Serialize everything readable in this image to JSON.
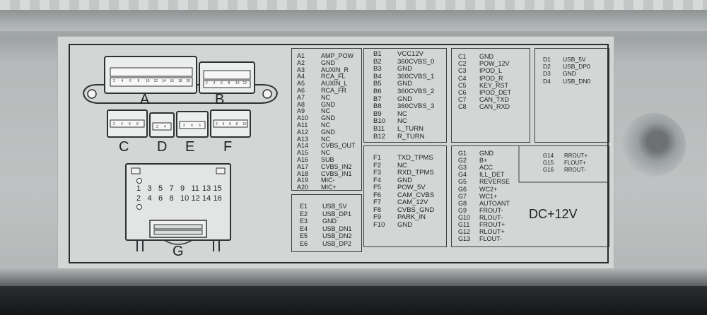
{
  "connectors": [
    "A",
    "B",
    "C",
    "D",
    "E",
    "F",
    "G"
  ],
  "power_label": "DC+12V",
  "a_pins": [
    [
      "A1",
      "AMP_POW"
    ],
    [
      "A2",
      "GND"
    ],
    [
      "A3",
      "AUXIN_R"
    ],
    [
      "A4",
      "RCA_FL"
    ],
    [
      "A5",
      "AUXIN_L"
    ],
    [
      "A6",
      "RCA_FR"
    ],
    [
      "A7",
      "NC"
    ],
    [
      "A8",
      "GND"
    ],
    [
      "A9",
      "NC"
    ],
    [
      "A10",
      "GND"
    ],
    [
      "A11",
      "NC"
    ],
    [
      "A12",
      "GND"
    ],
    [
      "A13",
      "NC"
    ],
    [
      "A14",
      "CVBS_OUT"
    ],
    [
      "A15",
      "NC"
    ],
    [
      "A16",
      "SUB"
    ],
    [
      "A17",
      "CVBS_IN2"
    ],
    [
      "A18",
      "CVBS_IN1"
    ],
    [
      "A19",
      "MIC-"
    ],
    [
      "A20",
      "MIC+"
    ]
  ],
  "b_pins": [
    [
      "B1",
      "VCC12V"
    ],
    [
      "B2",
      "360CVBS_0"
    ],
    [
      "B3",
      "GND"
    ],
    [
      "B4",
      "360CVBS_1"
    ],
    [
      "B5",
      "GND"
    ],
    [
      "B6",
      "360CVBS_2"
    ],
    [
      "B7",
      "GND"
    ],
    [
      "B8",
      "360CVBS_3"
    ],
    [
      "B9",
      "NC"
    ],
    [
      "B10",
      "NC"
    ],
    [
      "B11",
      "L_TURN"
    ],
    [
      "B12",
      "R_TURN"
    ]
  ],
  "c_pins": [
    [
      "C1",
      "GND"
    ],
    [
      "C2",
      "POW_12V"
    ],
    [
      "C3",
      "IPOD_L"
    ],
    [
      "C4",
      "IPOD_R"
    ],
    [
      "C5",
      "KEY_RST"
    ],
    [
      "C6",
      "IPOD_DET"
    ],
    [
      "C7",
      "CAN_TXD"
    ],
    [
      "C8",
      "CAN_RXD"
    ]
  ],
  "d_pins": [
    [
      "D1",
      "USB_5V"
    ],
    [
      "D2",
      "USB_DP0"
    ],
    [
      "D3",
      "GND"
    ],
    [
      "D4",
      "USB_DN0"
    ]
  ],
  "e_pins": [
    [
      "E1",
      "USB_5V"
    ],
    [
      "E2",
      "USB_DP1"
    ],
    [
      "E3",
      "GND"
    ],
    [
      "E4",
      "USB_DN1"
    ],
    [
      "E5",
      "USB_DN2"
    ],
    [
      "E6",
      "USB_DP2"
    ]
  ],
  "f_pins": [
    [
      "F1",
      "TXD_TPMS"
    ],
    [
      "F2",
      "NC"
    ],
    [
      "F3",
      "RXD_TPMS"
    ],
    [
      "F4",
      "GND"
    ],
    [
      "F5",
      "POW_5V"
    ],
    [
      "F6",
      "CAM_CVBS"
    ],
    [
      "F7",
      "CAM_12V"
    ],
    [
      "F8",
      "CVBS_GND"
    ],
    [
      "F9",
      "PARK_IN"
    ],
    [
      "F10",
      "GND"
    ]
  ],
  "g_pins_left": [
    [
      "G1",
      "GND"
    ],
    [
      "G2",
      "B+"
    ],
    [
      "G3",
      "ACC"
    ],
    [
      "G4",
      "ILL_DET"
    ],
    [
      "G5",
      "REVERSE"
    ],
    [
      "G6",
      "WC2+"
    ],
    [
      "G7",
      "WC1+"
    ],
    [
      "G8",
      "AUTOANT"
    ],
    [
      "G9",
      "FROUT-"
    ],
    [
      "G10",
      "RLOUT-"
    ],
    [
      "G11",
      "FROUT+"
    ],
    [
      "G12",
      "RLOUT+"
    ],
    [
      "G13",
      "FLOUT-"
    ]
  ],
  "g_pins_right": [
    [
      "G14",
      "RROUT+"
    ],
    [
      "G15",
      "FLOUT+"
    ],
    [
      "G16",
      "RROUT-"
    ]
  ],
  "g_numbers_top": [
    "1",
    "3",
    "5",
    "7",
    "9",
    "11",
    "13",
    "15"
  ],
  "g_numbers_bottom": [
    "2",
    "4",
    "6",
    "8",
    "10",
    "12",
    "14",
    "16"
  ],
  "a_tiny_numbers": [
    "2",
    "4",
    "6",
    "8",
    "10",
    "12",
    "14",
    "16",
    "18",
    "20"
  ],
  "b_tiny_numbers": [
    "2",
    "4",
    "6",
    "8",
    "10",
    "12"
  ],
  "c_tiny_numbers": [
    "2",
    "4",
    "6",
    "8"
  ],
  "d_tiny_numbers": [
    "2",
    "4"
  ],
  "e_tiny_numbers": [
    "2",
    "4",
    "6"
  ],
  "f_tiny_numbers": [
    "2",
    "4",
    "6",
    "8",
    "10"
  ]
}
